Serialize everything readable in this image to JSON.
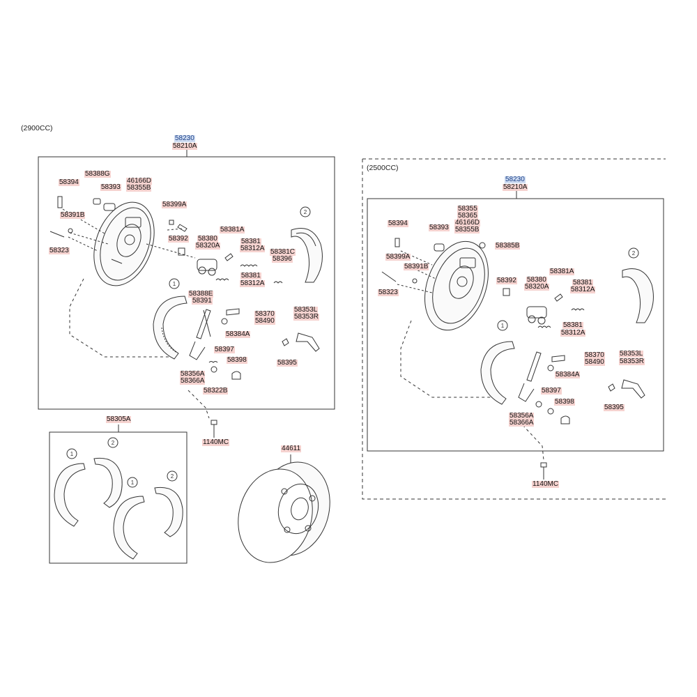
{
  "left_panel": {
    "engine_label": "(2900CC)",
    "assembly_codes": [
      "58230",
      "58210A"
    ],
    "parts": {
      "p58394": "58394",
      "p58388G": "58388G",
      "p58393": "58393",
      "p46166D": "46166D",
      "p58355B": "58355B",
      "p58391B": "58391B",
      "p58399A": "58399A",
      "p58323": "58323",
      "p58381A": "58381A",
      "p58392": "58392",
      "p58380": "58380",
      "p58320A": "58320A",
      "p58381_a": "58381",
      "p58312A_a": "58312A",
      "p58381C": "58381C",
      "p58396": "58396",
      "p58381_b": "58381",
      "p58312A_b": "58312A",
      "p58388E": "58388E",
      "p58391": "58391",
      "p58370": "58370",
      "p58490": "58490",
      "p58353L": "58353L",
      "p58353R": "58353R",
      "p58384A": "58384A",
      "p58397": "58397",
      "p58398": "58398",
      "p58395": "58395",
      "p58356A": "58356A",
      "p58366A": "58366A",
      "p58322B": "58322B"
    },
    "bolt": "1140MC"
  },
  "shoe_kit": {
    "code": "58305A",
    "callouts": [
      "1",
      "2",
      "1",
      "2"
    ]
  },
  "drum": {
    "code": "44611"
  },
  "right_panel": {
    "engine_label": "(2500CC)",
    "assembly_codes": [
      "58230",
      "58210A"
    ],
    "parts": {
      "p58355": "58355",
      "p58365": "58365",
      "p46166D": "46166D",
      "p58355B": "58355B",
      "p58394": "58394",
      "p58393": "58393",
      "p58385B": "58385B",
      "p58399A": "58399A",
      "p58391B": "58391B",
      "p58323": "58323",
      "p58392": "58392",
      "p58380": "58380",
      "p58320A": "58320A",
      "p58381A": "58381A",
      "p58381_a": "58381",
      "p58312A_a": "58312A",
      "p58381_b": "58381",
      "p58312A_b": "58312A",
      "p58370": "58370",
      "p58490": "58490",
      "p58384A": "58384A",
      "p58353L": "58353L",
      "p58353R": "58353R",
      "p58397": "58397",
      "p58398": "58398",
      "p58356A": "58356A",
      "p58366A": "58366A",
      "p58395": "58395"
    },
    "bolt": "1140MC",
    "callouts": [
      "1",
      "2"
    ]
  },
  "left_callouts": [
    "1",
    "2"
  ],
  "colors": {
    "part_highlight": "#f5d2cf",
    "assembly_highlight": "#cfdcf2",
    "assembly_text": "#1a3f86",
    "line": "#333333"
  }
}
